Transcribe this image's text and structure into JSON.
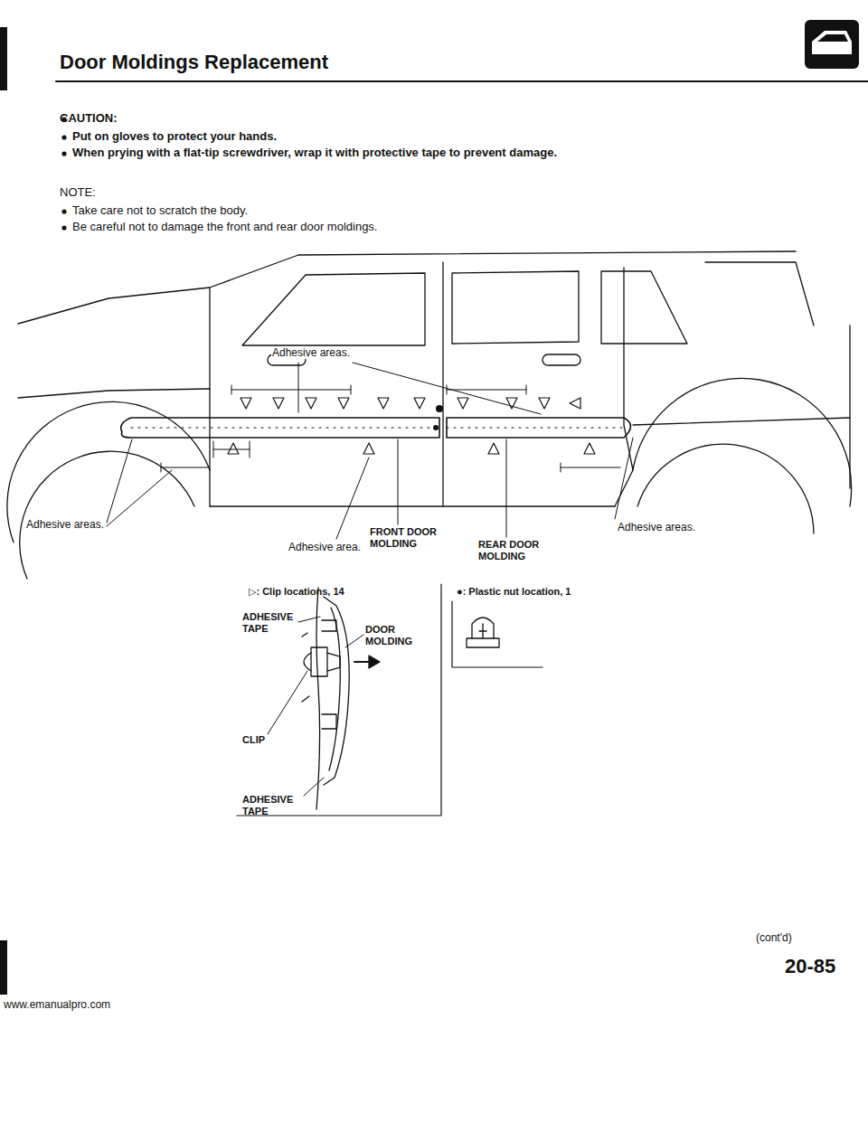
{
  "diagram": {
    "title": "Door Moldings Replacement",
    "labels": [
      "CAUTION:",
      "Put on gloves to protect your hands.",
      "When prying with a flat-tip screwdriver, wrap it with protective tape to prevent damage.",
      "NOTE:",
      "Take care not to scratch the body.",
      "Be careful not to damage the front and rear door moldings.",
      "Adhesive areas.",
      "Adhesive areas.",
      "Adhesive areas.",
      "Adhesive area.",
      "FRONT DOOR MOLDING",
      "REAR DOOR MOLDING",
      "▷: Clip locations, 14",
      "●: Plastic nut location, 1",
      "ADHESIVE TAPE",
      "DOOR MOLDING",
      "CLIP",
      "ADHESIVE TAPE",
      "(cont'd)",
      "20-85",
      "www.emanualpro.com"
    ]
  }
}
